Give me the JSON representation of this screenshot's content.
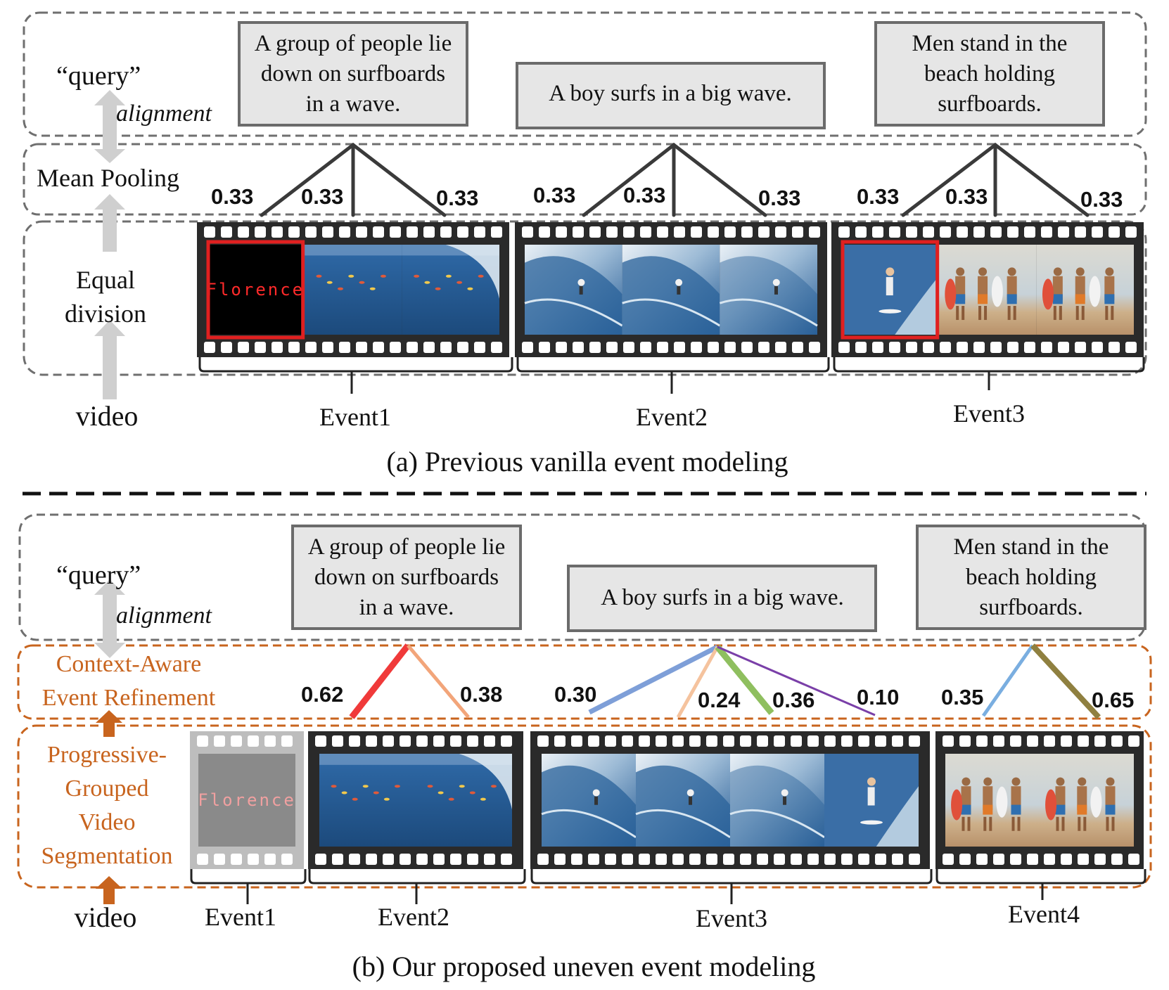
{
  "panel_a": {
    "query_label": "“query”",
    "alignment_label": "alignment",
    "pooling_label": "Mean Pooling",
    "division_label_line1": "Equal",
    "division_label_line2": "division",
    "video_label": "video",
    "caption": "(a)  Previous vanilla event modeling",
    "query_boxes": [
      {
        "lines": [
          "A group of people lie",
          "down on surfboards",
          "in a wave."
        ]
      },
      {
        "lines": [
          "A boy surfs in a big wave."
        ]
      },
      {
        "lines": [
          "Men stand in the",
          "beach holding",
          "surfboards."
        ]
      }
    ],
    "weights": [
      [
        "0.33",
        "0.33",
        "0.33"
      ],
      [
        "0.33",
        "0.33",
        "0.33"
      ],
      [
        "0.33",
        "0.33",
        "0.33"
      ]
    ],
    "events": [
      "Event1",
      "Event2",
      "Event3"
    ],
    "watermark_text": "Florence"
  },
  "panel_b": {
    "query_label": "“query”",
    "alignment_label": "alignment",
    "refinement_label_line1": "Context-Aware",
    "refinement_label_line2": "Event Refinement",
    "segmentation_label_lines": [
      "Progressive-",
      "Grouped",
      "Video",
      "Segmentation"
    ],
    "video_label": "video",
    "caption": "(b)  Our proposed uneven event modeling",
    "query_boxes": [
      {
        "lines": [
          "A group of people lie",
          "down on surfboards",
          "in a wave."
        ]
      },
      {
        "lines": [
          "A boy surfs in a big wave."
        ]
      },
      {
        "lines": [
          "Men stand in the",
          "beach holding",
          "surfboards."
        ]
      }
    ],
    "weights": [
      {
        "value": "0.62",
        "color": "#f03a3a"
      },
      {
        "value": "0.38",
        "color": "#f2a57a"
      },
      {
        "value": "0.30",
        "color": "#7e9fd8"
      },
      {
        "value": "0.24",
        "color": "#f5c39e"
      },
      {
        "value": "0.36",
        "color": "#8fbf5f"
      },
      {
        "value": "0.10",
        "color": "#7a3fa8"
      },
      {
        "value": "0.35",
        "color": "#7aaee0"
      },
      {
        "value": "0.65",
        "color": "#8f8040"
      }
    ],
    "events": [
      "Event1",
      "Event2",
      "Event3",
      "Event4"
    ],
    "watermark_text": "Florence"
  },
  "colors": {
    "box_fill": "#e6e6e6",
    "box_stroke": "#6b6b6b",
    "dashed_gray": "#6f6f6f",
    "dashed_orange": "#c8641e",
    "orange_text": "#c8641e",
    "arrow_gray": "#cfcfcf",
    "arrow_orange": "#c8641e",
    "filmstrip": "#2a2a2a",
    "highlight_red": "#e02020",
    "sea_dark": "#1f4f86",
    "sea_light": "#4f86c0",
    "foam": "#e8eef4",
    "sand": "#c9a67a"
  }
}
